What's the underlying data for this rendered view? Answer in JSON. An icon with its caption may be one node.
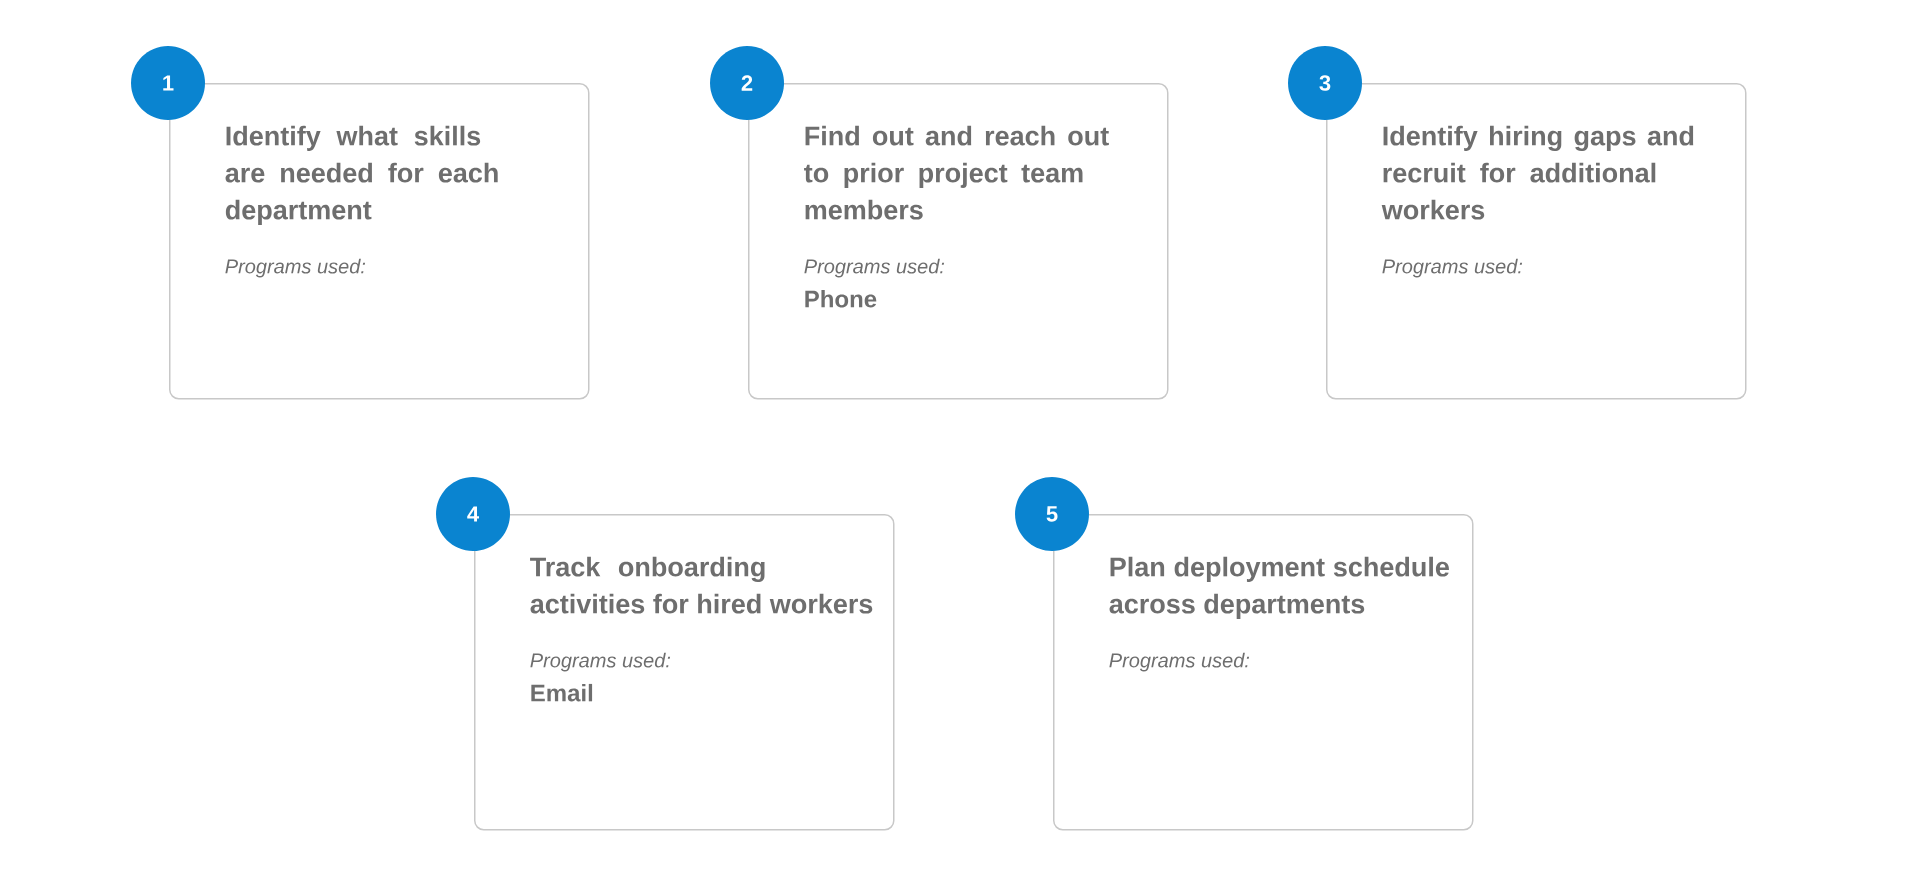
{
  "diagram": {
    "nodes": [
      {
        "text": [
          "1"
        ]
      },
      {
        "text": [
          "Identify what skills are needed for each department",
          "*Programs used:*"
        ]
      },
      {
        "text": [
          "2"
        ]
      },
      {
        "text": [
          "Find out and reach out to prior project team members",
          "*Programs used:*",
          "Phone"
        ]
      },
      {
        "text": [
          "3"
        ]
      },
      {
        "text": [
          "Identify hiring gaps and recruit for additional workers",
          "*Programs used:*"
        ]
      },
      {
        "text": [
          "4"
        ]
      },
      {
        "text": [
          "Track onboarding activities for hired workers",
          "*Programs used:*",
          "Email"
        ]
      },
      {
        "text": [
          "5"
        ]
      },
      {
        "text": [
          "Plan deployment schedule across departments",
          "*Programs used:*"
        ]
      }
    ]
  }
}
